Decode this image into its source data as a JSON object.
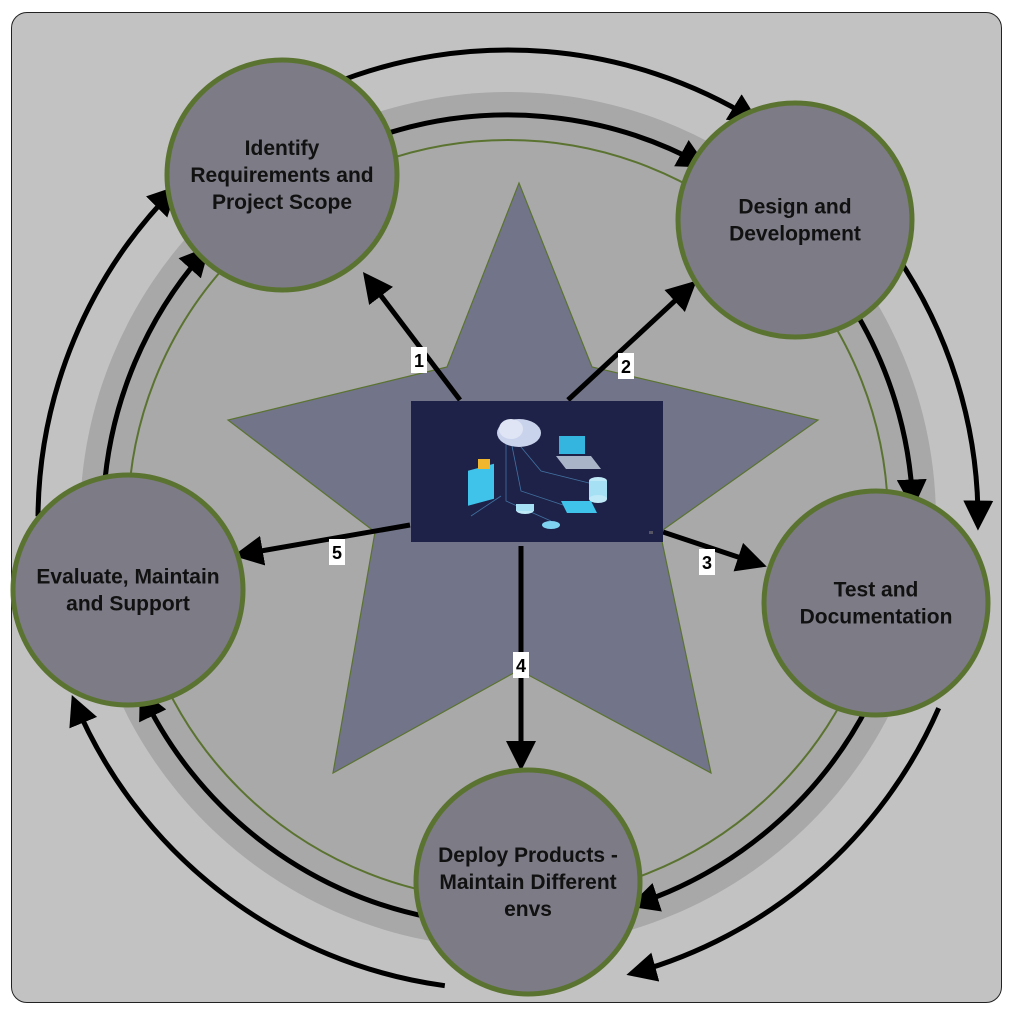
{
  "title": "Software Development Lifecycle Cycle",
  "colors": {
    "frame_bg": "#c2c2c2",
    "ring_fill": "#a8a8a8",
    "node_fill": "#7c7b86",
    "node_stroke": "#5b7330",
    "star_fill": "#727489",
    "star_stroke": "#5b7330",
    "arrow": "#000000",
    "image_bg": "#1e2248"
  },
  "center": {
    "icon": "cloud-network-illustration-icon",
    "description": "Isometric cloud computing / network illustration"
  },
  "nodes": [
    {
      "id": "requirements",
      "lines": [
        "Identify",
        "Requirements and",
        "Project Scope"
      ]
    },
    {
      "id": "design",
      "lines": [
        "Design and",
        "Development"
      ]
    },
    {
      "id": "test",
      "lines": [
        "Test and",
        "Documentation"
      ]
    },
    {
      "id": "deploy",
      "lines": [
        "Deploy Products -",
        "Maintain Different",
        "envs"
      ]
    },
    {
      "id": "evaluate",
      "lines": [
        "Evaluate, Maintain",
        "and Support"
      ]
    }
  ],
  "spokes": [
    {
      "label": "1",
      "to": "requirements"
    },
    {
      "label": "2",
      "to": "design"
    },
    {
      "label": "3",
      "to": "test"
    },
    {
      "label": "4",
      "to": "deploy"
    },
    {
      "label": "5",
      "to": "evaluate"
    }
  ],
  "cycle_edges": [
    {
      "from": "requirements",
      "to": "design"
    },
    {
      "from": "design",
      "to": "test"
    },
    {
      "from": "test",
      "to": "deploy"
    },
    {
      "from": "deploy",
      "to": "evaluate"
    },
    {
      "from": "evaluate",
      "to": "requirements"
    }
  ]
}
